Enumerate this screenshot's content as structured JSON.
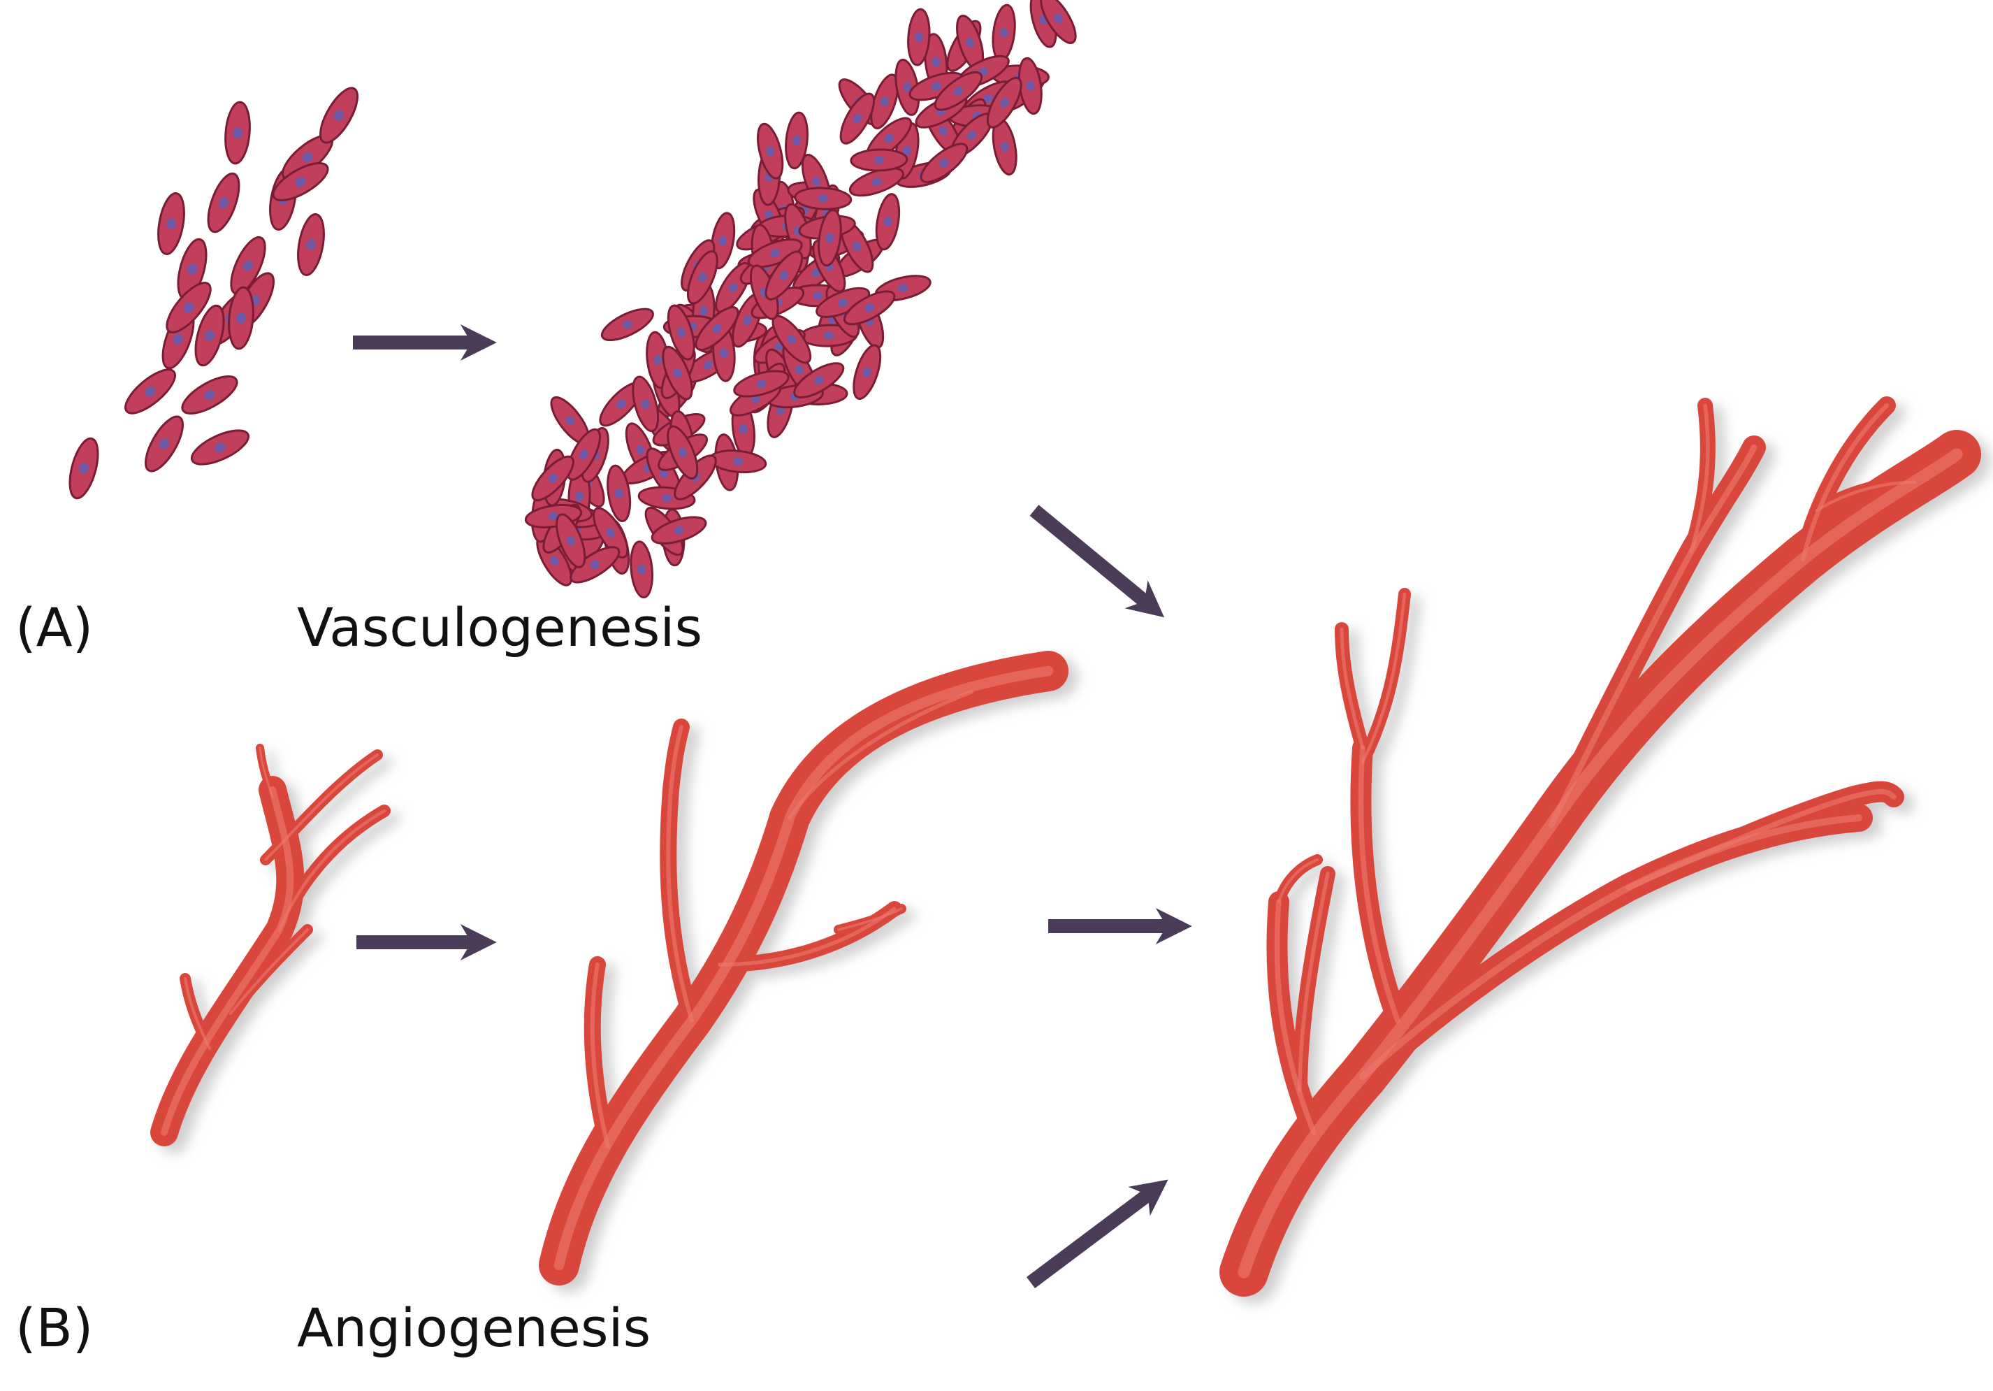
{
  "panels": {
    "a": {
      "label": "(A)",
      "title": "Vasculogenesis"
    },
    "b": {
      "label": "(B)",
      "title": "Angiogenesis"
    }
  },
  "colors": {
    "cell_fill": "#c23f5c",
    "cell_stroke": "#7a1c34",
    "cell_nucleus": "#6f5aa8",
    "vessel": "#d9473c",
    "vessel_highlight": "#ee7a6e",
    "vessel_shadow": "#a7a7a7",
    "arrow": "#4a3c57"
  }
}
